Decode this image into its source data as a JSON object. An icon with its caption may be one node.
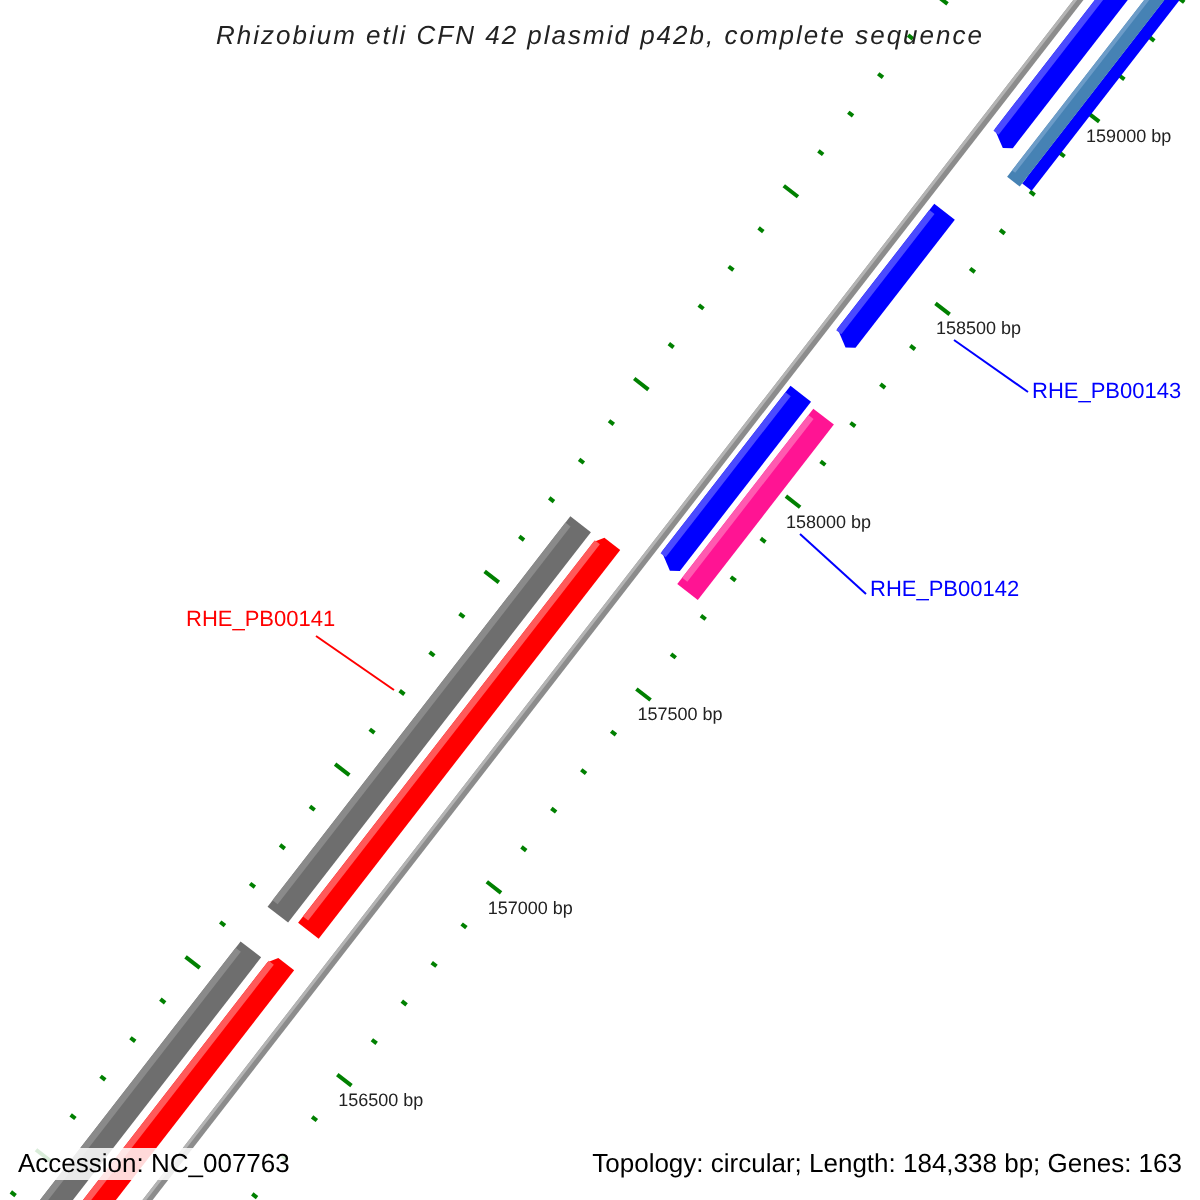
{
  "diagram": {
    "title": "Rhizobium etli CFN 42 plasmid p42b, complete sequence",
    "nodes": [
      {
        "text": [
          "RHE_PB00141"
        ]
      },
      {
        "text": [
          "RHE_PB00142"
        ]
      },
      {
        "text": [
          "RHE_PB00143"
        ]
      },
      {
        "text": [
          "158500 bp"
        ]
      },
      {
        "text": [
          "158000 bp"
        ]
      }
    ],
    "edges": [
      {
        "from": 0,
        "to": null,
        "arrow": "none",
        "color": "#ff0000"
      },
      {
        "from": 1,
        "to": 4,
        "arrow": "none"
      },
      {
        "from": 2,
        "to": 3,
        "arrow": "none"
      }
    ],
    "labels": [
      "159000 bp",
      "157500 bp",
      "157000 bp",
      "156500 bp",
      "Accession: NC_007763",
      "Topology: circular; Length: 184,338 bp; Genes: 163"
    ]
  }
}
